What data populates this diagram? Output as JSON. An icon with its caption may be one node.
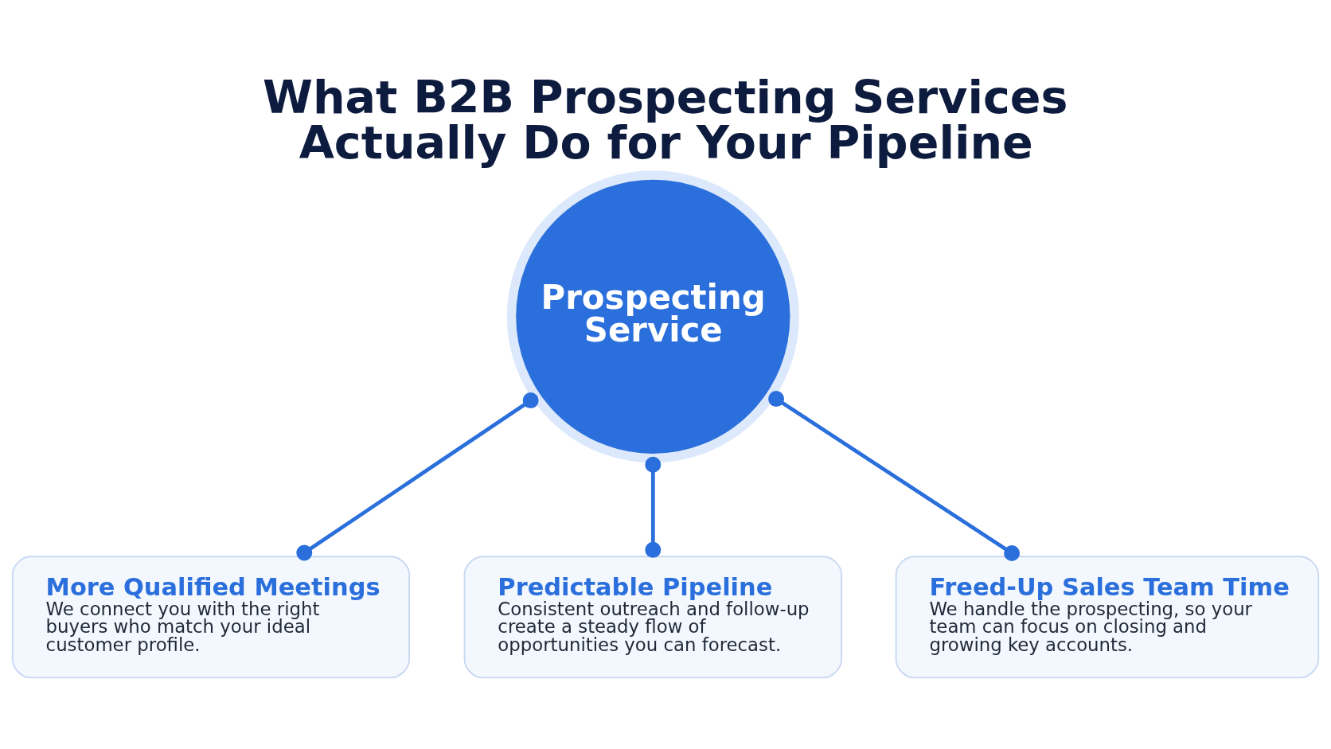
{
  "diagram": {
    "title": "What B2B Prospecting Services Actually Do for Your Pipeline",
    "nodes": [
      {
        "text": [
          "Prospecting Service"
        ]
      },
      {
        "text": [
          "More Qualified Meetings",
          "We connect you with the right buyers who match your ideal customer profile."
        ]
      },
      {
        "text": [
          "Predictable Pipeline",
          "Consistent outreach and follow-up create a steady flow of opportunities you can forecast."
        ]
      },
      {
        "text": [
          "Freed-Up Sales Team Time",
          "We handle the prospecting, so your team can focus on closing and growing key accounts."
        ]
      }
    ],
    "edges": [
      {
        "from": 0,
        "to": 1,
        "arrow": "other"
      },
      {
        "from": 0,
        "to": 2,
        "arrow": "other"
      },
      {
        "from": 0,
        "to": 3,
        "arrow": "other"
      }
    ]
  }
}
